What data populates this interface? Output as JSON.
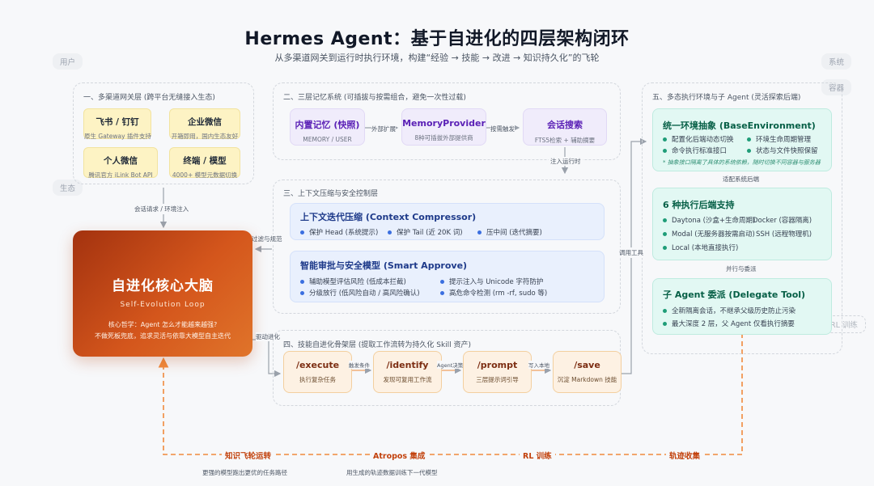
{
  "header": {
    "title": "Hermes Agent：基于自进化的四层架构闭环",
    "subtitle": "从多渠道网关到运行时执行环境，构建“经验 → 技能 → 改进 → 知识持久化”的飞轮"
  },
  "ghost_tags": {
    "user": "用户",
    "ecology": "生态",
    "system": "系统",
    "container": "容器",
    "rl": "RL 训练"
  },
  "section1": {
    "label": "一、多渠道网关层 (跨平台无缝接入生态)",
    "boxes": [
      {
        "title": "飞书 / 钉钉",
        "sub": "原生 Gateway 插件支持"
      },
      {
        "title": "企业微信",
        "sub": "开箱即用，国内生态友好"
      },
      {
        "title": "个人微信",
        "sub": "腾讯官方 iLink Bot API"
      },
      {
        "title": "终端 / 模型",
        "sub": "4000+ 模型元数据切换"
      }
    ],
    "link_label": "会话请求 / 环境注入"
  },
  "section2": {
    "label": "二、三层记忆系统 (可插拔与按需组合，避免一次性过载)",
    "boxes": [
      {
        "title": "内置记忆 (快照)",
        "sub": "MEMORY / USER"
      },
      {
        "title": "MemoryProvider",
        "sub": "8种可插拔外部提供商"
      },
      {
        "title": "会话搜索",
        "sub": "FTS5检索 + 辅助摘要"
      }
    ],
    "arrow1": "外部扩展",
    "arrow2": "按需触发",
    "down_label": "注入运行时"
  },
  "section3": {
    "label": "三、上下文压缩与安全控制层",
    "compressor": {
      "title": "上下文迭代压缩 (Context Compressor)",
      "items": [
        "保护 Head (系统提示)",
        "保护 Tail (近 20K 词)",
        "压中间 (迭代摘要)"
      ]
    },
    "approve": {
      "title": "智能审批与安全模型 (Smart Approve)",
      "items": [
        "辅助模型评估风险 (低成本拦截)",
        "提示注入与 Unicode 字符防护",
        "分级放行 (低风险自动 / 高风险确认)",
        "高危命令检测 (rm -rf, sudo 等)"
      ]
    },
    "left_label": "过滤与规范"
  },
  "core": {
    "title": "自进化核心大脑",
    "subtitle": "Self-Evolution Loop",
    "desc1": "核心哲学：Agent 怎么才能越来越强?",
    "desc2": "不做死板兜底，追求灵活与依靠大模型自主迭代",
    "drive_label": "驱动进化"
  },
  "section4": {
    "label": "四、技能自进化骨架层 (提取工作流转为持久化 Skill 资产)",
    "steps": [
      {
        "title": "/execute",
        "sub": "执行复杂任务"
      },
      {
        "title": "/identify",
        "sub": "发现可复用工作流"
      },
      {
        "title": "/prompt",
        "sub": "三层提示词引导"
      },
      {
        "title": "/save",
        "sub": "沉淀 Markdown 技能"
      }
    ],
    "arrows": [
      "触发条件",
      "Agent决策",
      "写入本地"
    ]
  },
  "section5": {
    "label": "五、多态执行环境与子 Agent (灵活探索后端)",
    "env": {
      "title": "统一环境抽象 (BaseEnvironment)",
      "items": [
        "配置化后端动态切换",
        "环境生命周期管理",
        "命令执行标准接口",
        "状态与文件快照保留"
      ],
      "note": "* 抽象接口隔离了具体的系统依赖，随时切换不同容器与服务器"
    },
    "label_adapt": "适配系统后端",
    "backends": {
      "title": "6 种执行后端支持",
      "items": [
        "Daytona (沙盒+生命周期)",
        "Docker (容器隔离)",
        "Modal (无服务器按需启动)",
        "SSH (远程物理机)",
        "Local (本地直接执行)"
      ]
    },
    "label_parallel": "并行与委派",
    "delegate": {
      "title": "子 Agent 委派 (Delegate Tool)",
      "items": [
        "全新隔离会话，不继承父级历史防止污染",
        "最大深度 2 层，父 Agent 仅看执行摘要"
      ]
    },
    "tool_label": "调用工具"
  },
  "loop": {
    "labels": [
      "知识飞轮运转",
      "Atropos 集成",
      "RL 训练",
      "轨迹收集"
    ],
    "subs": [
      "更强的模型跑出更优的任务路径",
      "用生成的轨迹数据训练下一代模型"
    ]
  },
  "colors": {
    "core": "#d4561c",
    "loop": "#f08a3c",
    "accent_blue": "#3b6fe0",
    "accent_green": "#1f9d78"
  }
}
